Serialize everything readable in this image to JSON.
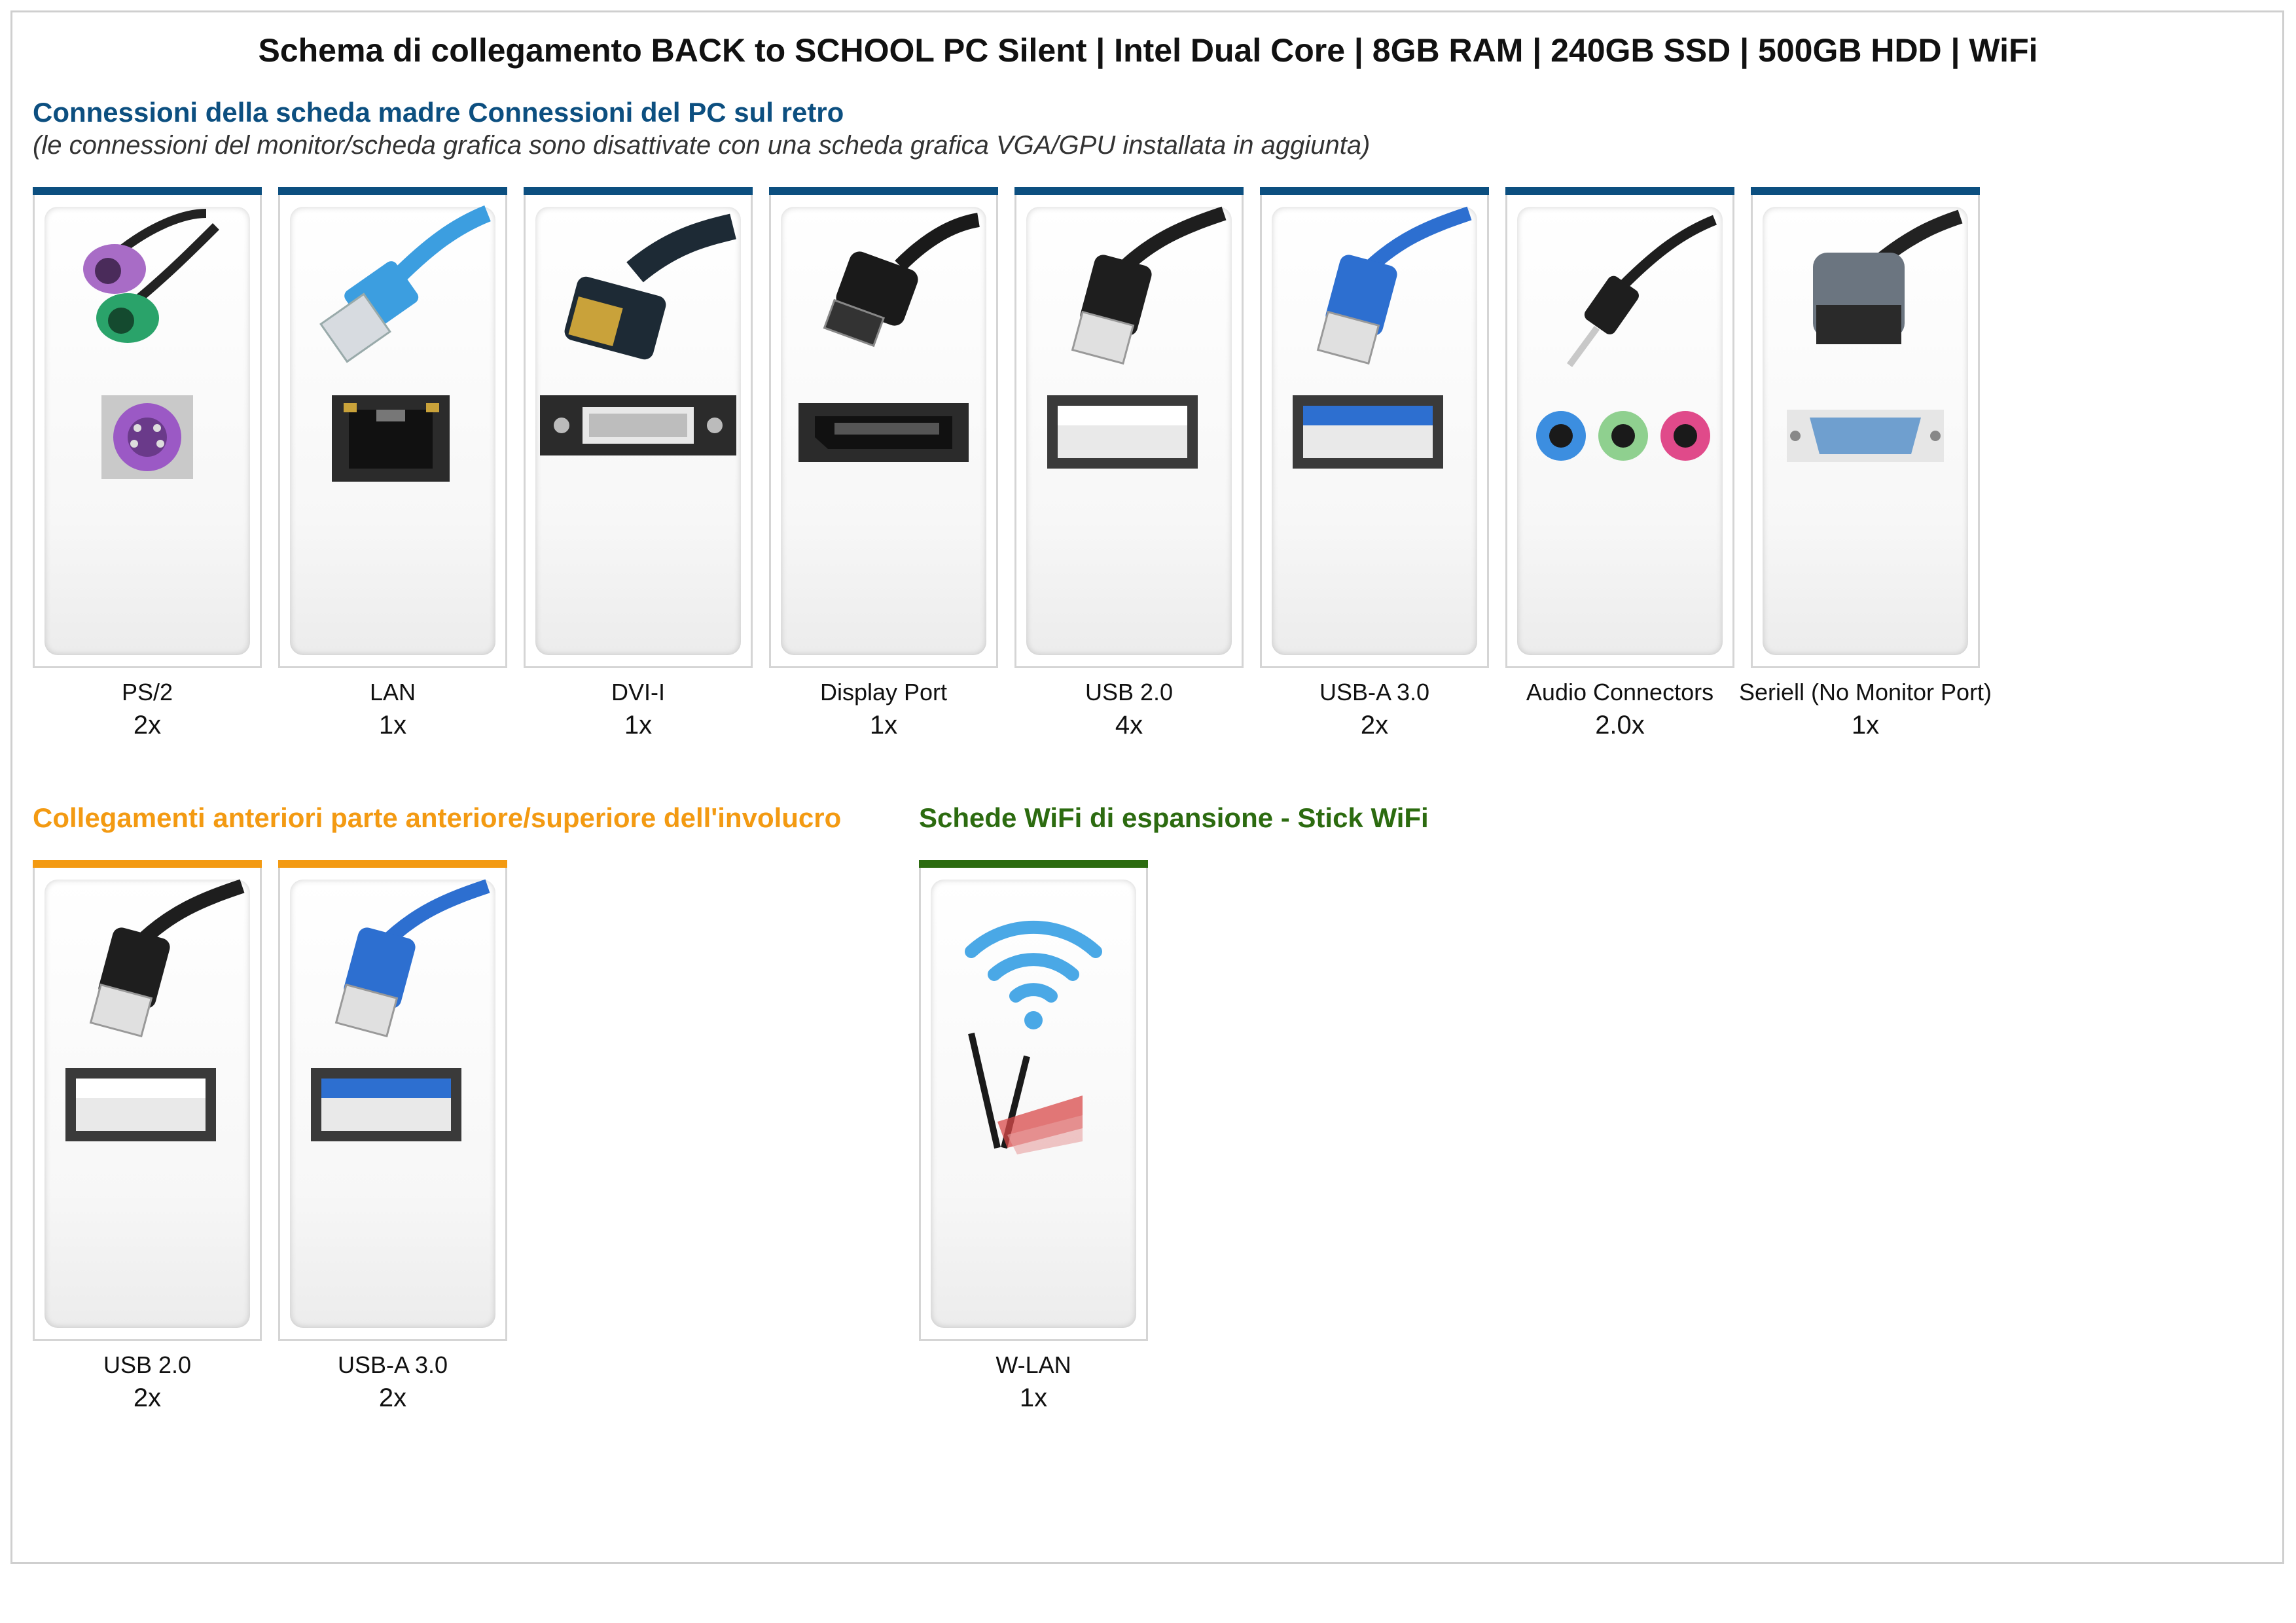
{
  "title": "Schema di collegamento BACK to SCHOOL PC Silent | Intel Dual Core | 8GB RAM | 240GB SSD | 500GB HDD | WiFi",
  "back_section": {
    "heading": "Connessioni della scheda madre Connessioni del PC sul retro",
    "note": "(le connessioni del monitor/scheda grafica sono disattivate con una scheda grafica VGA/GPU installata in aggiunta)",
    "accent": "#0c4f80",
    "items": [
      {
        "label": "PS/2",
        "qty": "2x",
        "icon": "ps2-connector-icon"
      },
      {
        "label": "LAN",
        "qty": "1x",
        "icon": "lan-connector-icon"
      },
      {
        "label": "DVI-I",
        "qty": "1x",
        "icon": "dvi-connector-icon"
      },
      {
        "label": "Display Port",
        "qty": "1x",
        "icon": "displayport-connector-icon"
      },
      {
        "label": "USB 2.0",
        "qty": "4x",
        "icon": "usb2-connector-icon"
      },
      {
        "label": "USB-A 3.0",
        "qty": "2x",
        "icon": "usb3-connector-icon"
      },
      {
        "label": "Audio Connectors",
        "qty": "2.0x",
        "icon": "audio-connector-icon"
      },
      {
        "label": "Seriell (No Monitor Port)",
        "qty": "1x",
        "icon": "serial-connector-icon"
      }
    ]
  },
  "front_section": {
    "heading": "Collegamenti anteriori parte anteriore/superiore dell'involucro",
    "accent": "#f39a12",
    "items": [
      {
        "label": "USB 2.0",
        "qty": "2x",
        "icon": "usb2-connector-icon"
      },
      {
        "label": "USB-A 3.0",
        "qty": "2x",
        "icon": "usb3-connector-icon"
      }
    ]
  },
  "wifi_section": {
    "heading": "Schede WiFi di espansione - Stick WiFi",
    "accent": "#2c6b10",
    "items": [
      {
        "label": "W-LAN",
        "qty": "1x",
        "icon": "wifi-card-icon"
      }
    ]
  }
}
